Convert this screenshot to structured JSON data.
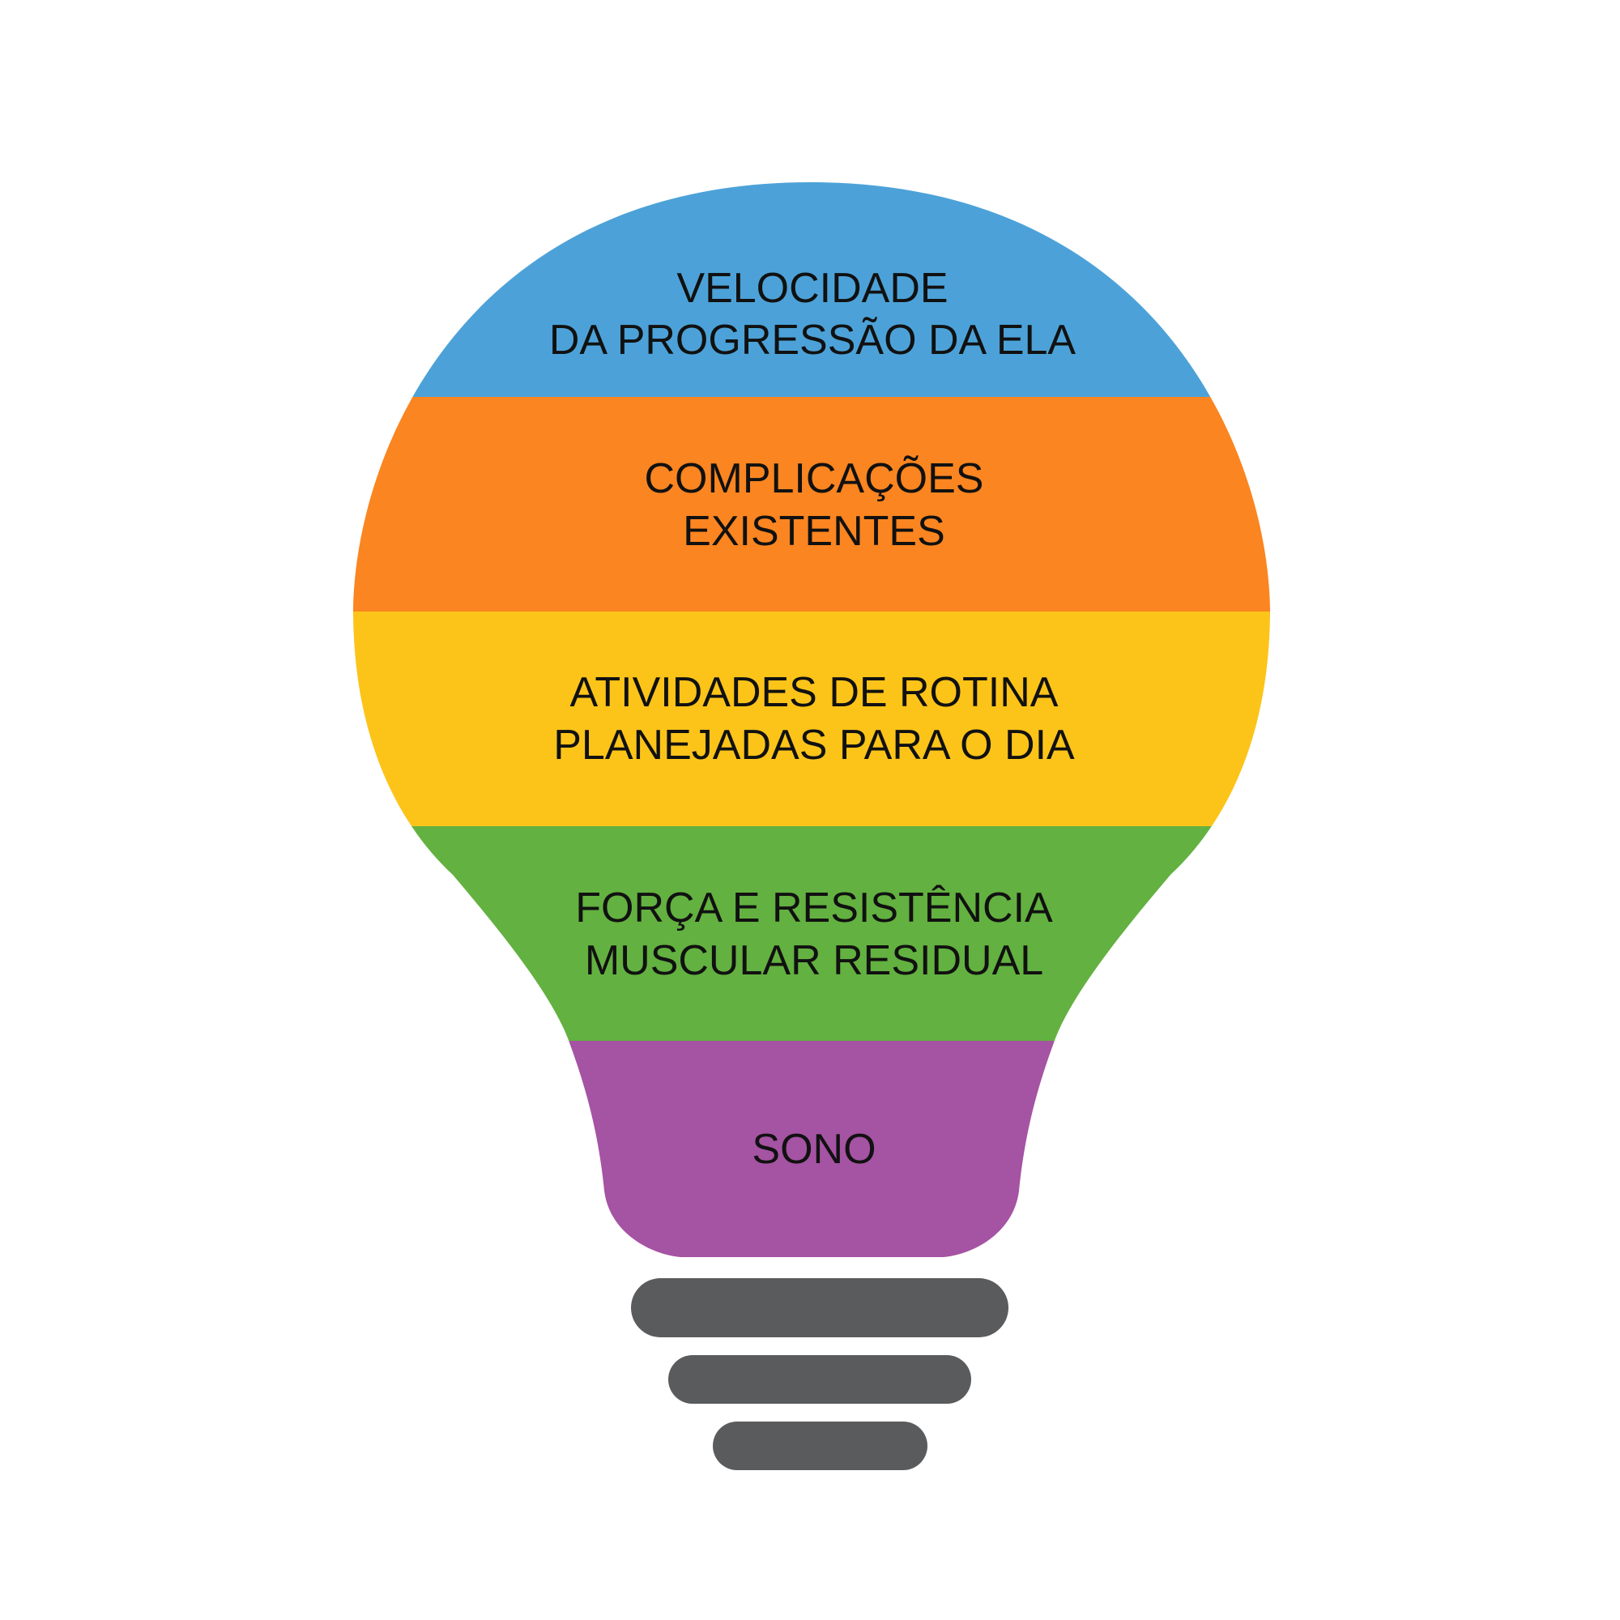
{
  "bands": [
    {
      "color": "#4CA2D8",
      "lines": [
        "VELOCIDADE",
        "DA PROGRESSÃO DA ELA"
      ]
    },
    {
      "color": "#FB8520",
      "lines": [
        "COMPLICAÇÕES",
        "EXISTENTES"
      ]
    },
    {
      "color": "#FCC419",
      "lines": [
        "ATIVIDADES DE ROTINA",
        "PLANEJADAS PARA O DIA"
      ]
    },
    {
      "color": "#63B140",
      "lines": [
        "FORÇA E RESISTÊNCIA",
        "MUSCULAR RESIDUAL"
      ]
    },
    {
      "color": "#A553A3",
      "lines": [
        "SONO"
      ]
    }
  ],
  "base_color": "#5A5B5D"
}
